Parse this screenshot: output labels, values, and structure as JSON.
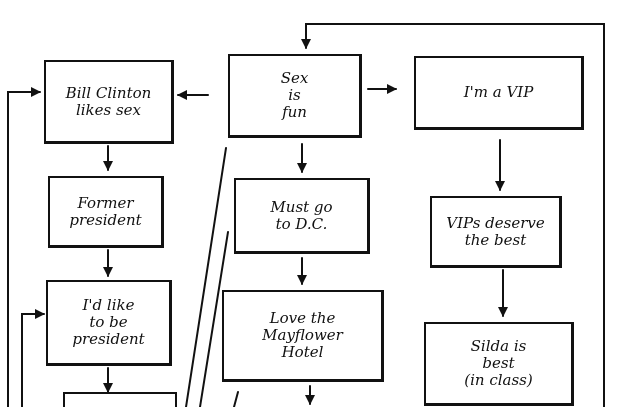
{
  "nodes": {
    "bill_clinton": [
      "Bill Clinton",
      "likes sex"
    ],
    "sex_is_fun": [
      "Sex",
      "is",
      "fun"
    ],
    "vip": [
      "I'm a VIP"
    ],
    "former_president": [
      "Former",
      "president"
    ],
    "must_go_dc": [
      "Must go",
      "to D.C."
    ],
    "vips_deserve": [
      "VIPs deserve",
      "the best"
    ],
    "like_president": [
      "I'd like",
      "to be",
      "president"
    ],
    "mayflower": [
      "Love the",
      "Mayflower",
      "Hotel"
    ],
    "silda": [
      "Silda is",
      "best",
      "(in class)"
    ]
  },
  "edges": [
    [
      "sex_is_fun",
      "bill_clinton"
    ],
    [
      "sex_is_fun",
      "vip"
    ],
    [
      "bill_clinton",
      "former_president"
    ],
    [
      "former_president",
      "like_president"
    ],
    [
      "sex_is_fun",
      "must_go_dc"
    ],
    [
      "must_go_dc",
      "mayflower"
    ],
    [
      "vip",
      "vips_deserve"
    ],
    [
      "vips_deserve",
      "silda"
    ]
  ]
}
